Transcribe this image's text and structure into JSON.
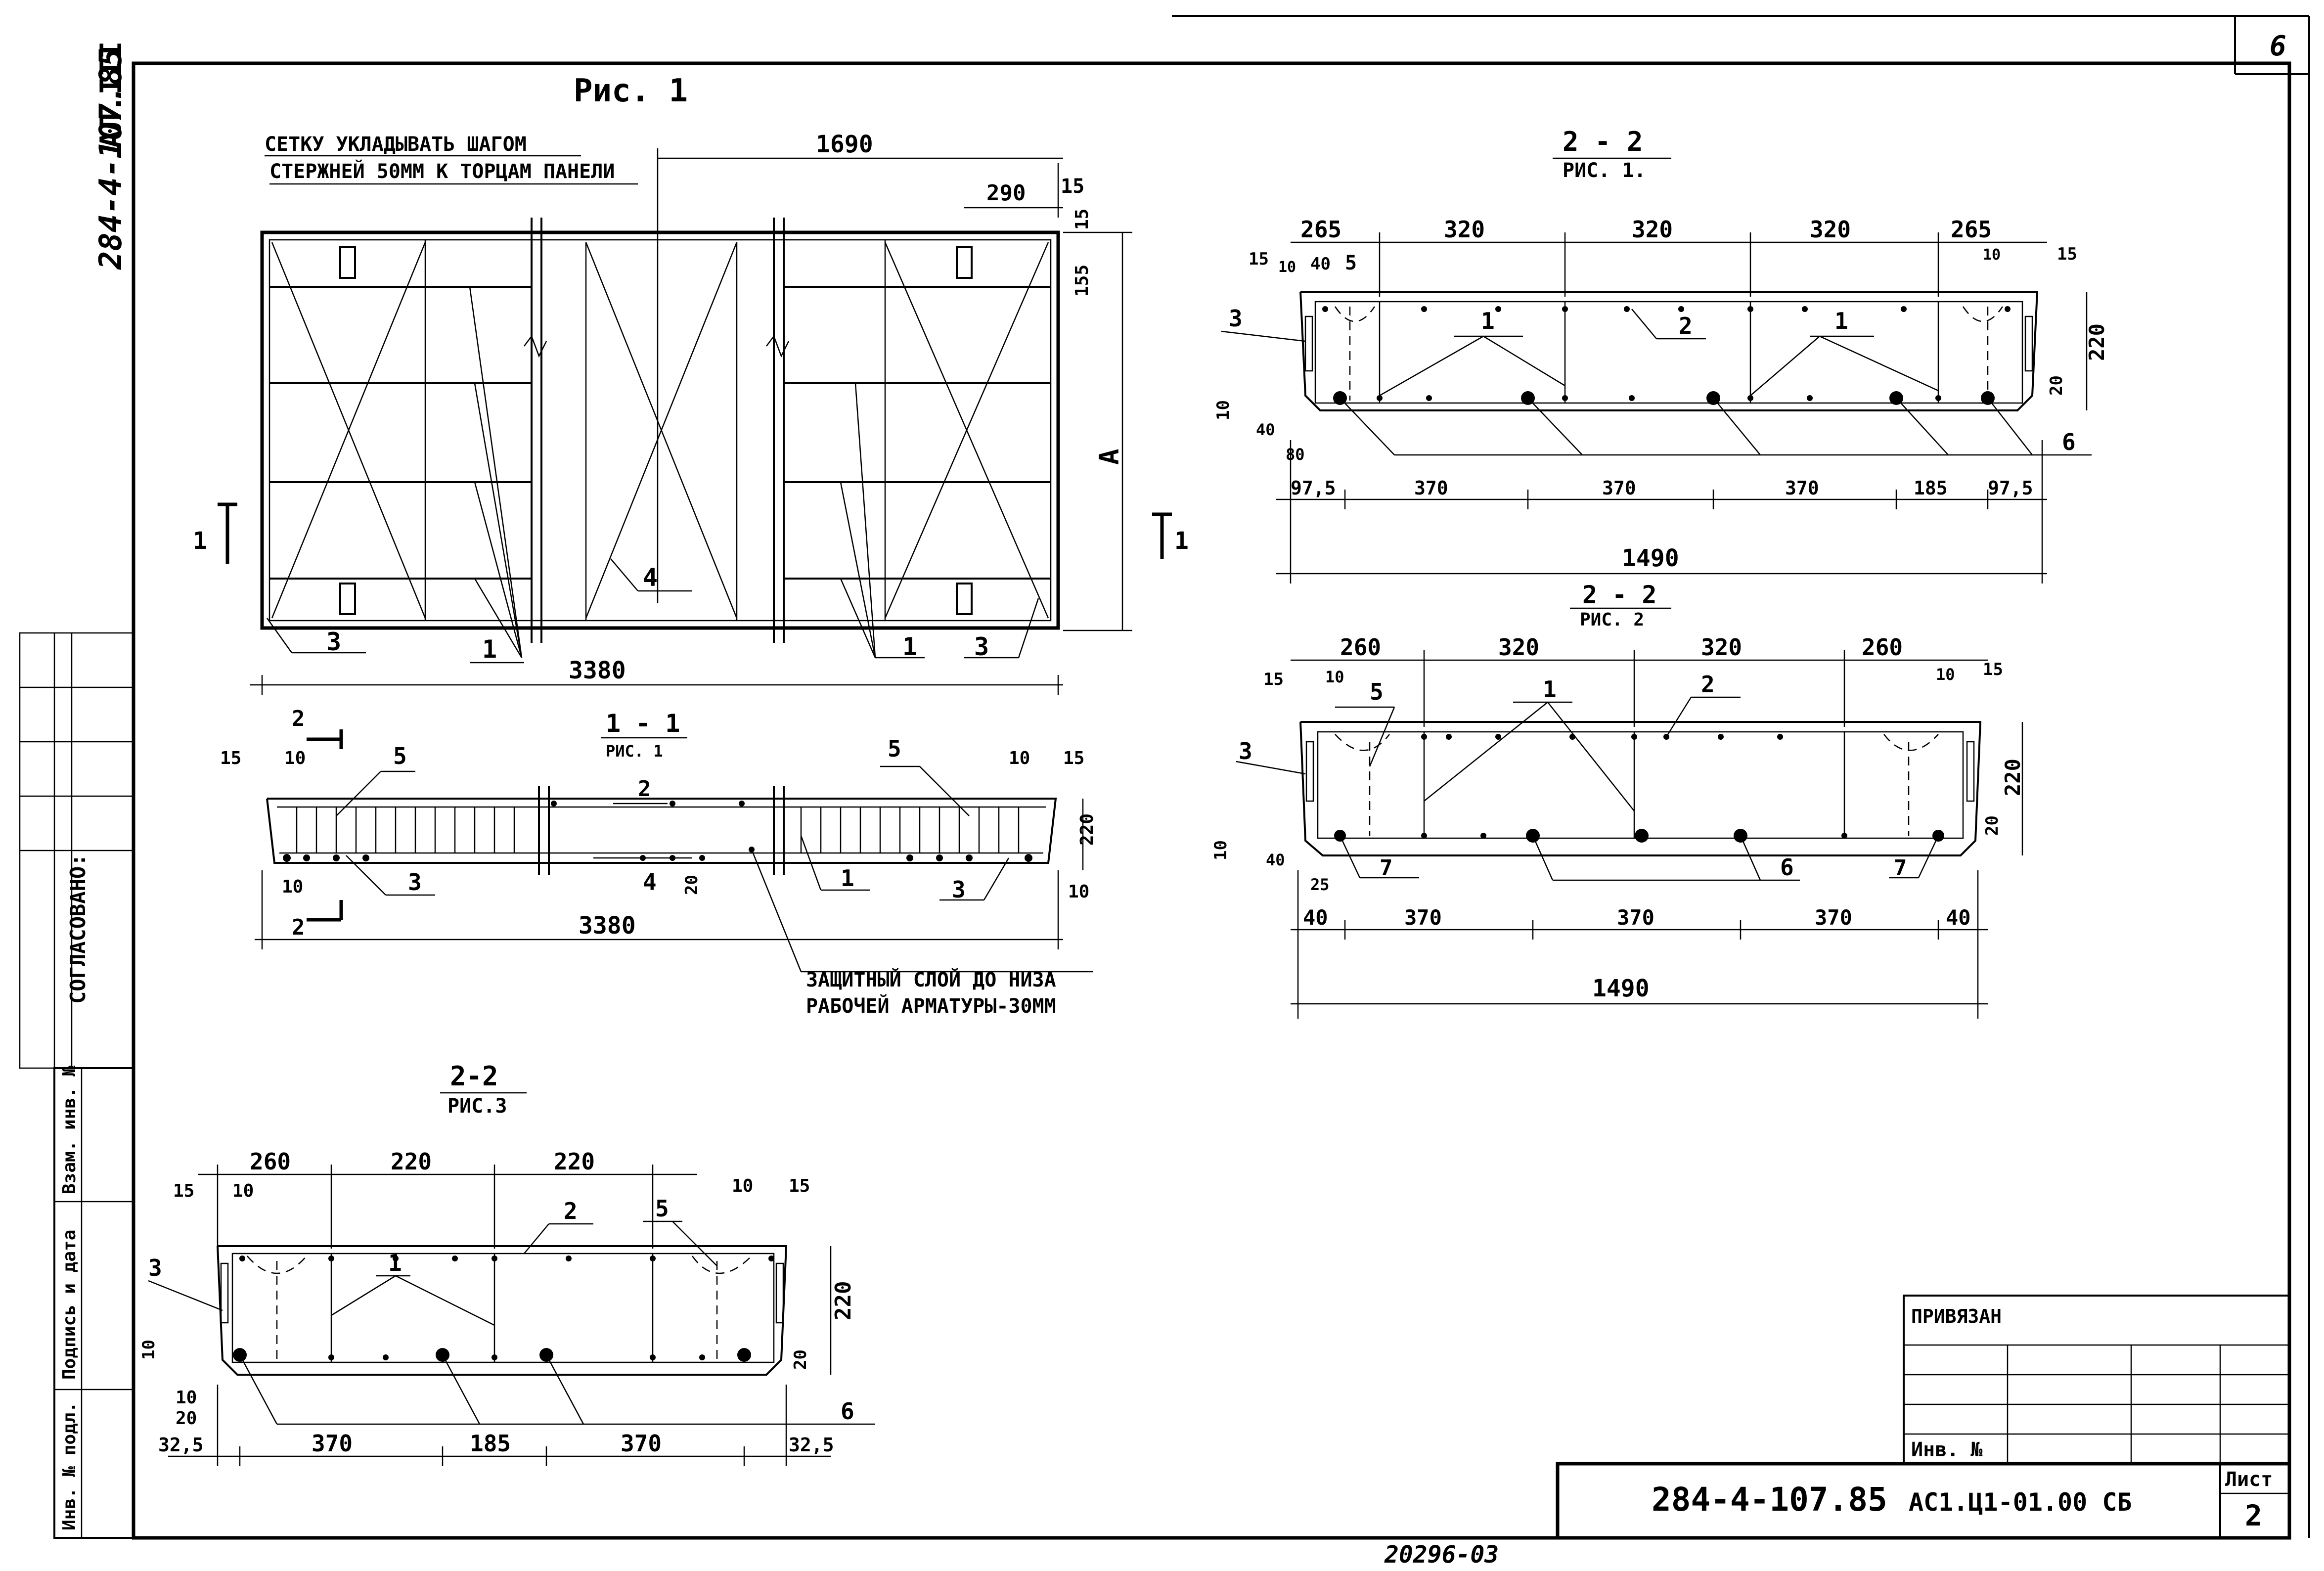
{
  "sheet": {
    "sheet_number_top": "6",
    "stamp_text": "20296-03"
  },
  "margin": {
    "code_vertical": "284-4-107.85",
    "album": "АЛ.III",
    "agreed": "СОГЛАСОВАНО:",
    "sidebar_labels": [
      "Инв. № подл.",
      "Подпись и дата",
      "Взам. инв. №"
    ]
  },
  "figure1": {
    "title": "Рис. 1",
    "note_lines": [
      "СЕТКУ УКЛАДЫВАТЬ ШАГОМ",
      "СТЕРЖНЕЙ 50ММ К ТОРЦАМ ПАНЕЛИ"
    ],
    "dim_total": "3380",
    "dim_half": "1690",
    "dim_290": "290",
    "dim_15": "15",
    "dim_155": "155",
    "dim_A": "А",
    "cut_mark": "1",
    "callouts": {
      "c1": "1",
      "c3": "3",
      "c4": "4"
    }
  },
  "section_1_1": {
    "title": "1 - 1",
    "subtitle": "РИС. 1",
    "cut_mark": "2",
    "dim_total": "3380",
    "dims": {
      "d15": "15",
      "d10": "10",
      "d20": "20",
      "d220": "220"
    },
    "callouts": {
      "c1": "1",
      "c2": "2",
      "c3": "3",
      "c4": "4",
      "c5": "5"
    },
    "note_lines": [
      "ЗАЩИТНЫЙ СЛОЙ ДО НИЗА",
      "РАБОЧЕЙ АРМАТУРЫ-30ММ"
    ]
  },
  "section_2_2_fig1": {
    "title": "2 - 2",
    "subtitle": "РИС. 1.",
    "top_dims": [
      "265",
      "320",
      "320",
      "320",
      "265"
    ],
    "small_dims": {
      "d15a": "15",
      "d10a": "10",
      "d40": "40",
      "d5": "5",
      "d10b": "10",
      "d15b": "15",
      "d220": "220",
      "d20": "20",
      "d10c": "10",
      "d40b": "40",
      "d80": "80"
    },
    "bottom_dims": [
      "97,5",
      "370",
      "370",
      "370",
      "185",
      "97,5"
    ],
    "dim_total": "1490",
    "callouts": {
      "c1a": "1",
      "c1b": "1",
      "c2": "2",
      "c3": "3",
      "c6": "6"
    }
  },
  "section_2_2_fig2": {
    "title": "2 - 2",
    "subtitle": "РИС. 2",
    "top_dims": [
      "260",
      "320",
      "320",
      "260"
    ],
    "small_dims": {
      "d15a": "15",
      "d10a": "10",
      "d10b": "10",
      "d15b": "15",
      "d220": "220",
      "d20": "20",
      "d10c": "10",
      "d40": "40",
      "d25": "25"
    },
    "bottom_dims": [
      "40",
      "370",
      "370",
      "370",
      "40"
    ],
    "dim_total": "1490",
    "callouts": {
      "c1": "1",
      "c2": "2",
      "c3": "3",
      "c5": "5",
      "c6": "6",
      "c7a": "7",
      "c7b": "7"
    }
  },
  "section_2_2_fig3": {
    "title": "2-2",
    "subtitle": "РИС.3",
    "top_dims": [
      "260",
      "220",
      "220"
    ],
    "small_dims": {
      "d15a": "15",
      "d10a": "10",
      "d10b": "10",
      "d15b": "15",
      "d220": "220",
      "d20": "20",
      "d10c": "10",
      "d20b": "20",
      "d10d": "10"
    },
    "bottom_dims": [
      "32,5",
      "370",
      "185",
      "370",
      "32,5"
    ],
    "callouts": {
      "c1": "1",
      "c2": "2",
      "c3": "3",
      "c5": "5",
      "c6": "6"
    }
  },
  "title_block": {
    "bound_label": "ПРИВЯЗАН",
    "inv_label": "Инв. №",
    "doc_code": "284-4-107.85",
    "doc_mark": "АС1.Ц1-01.00 СБ",
    "sheet_label": "Лист",
    "sheet_value": "2"
  }
}
